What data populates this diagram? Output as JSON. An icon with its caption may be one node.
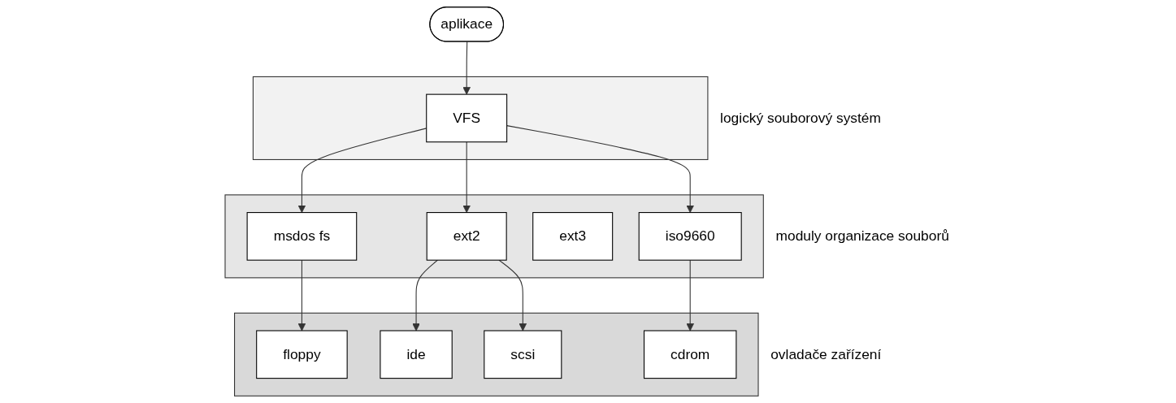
{
  "diagram": {
    "nodes": [
      {
        "text": [
          "aplikace"
        ]
      },
      {
        "text": [
          "logický souborový systém"
        ]
      },
      {
        "text": [
          "VFS"
        ],
        "in": 1
      },
      {
        "text": [
          "moduly organizace souborů"
        ]
      },
      {
        "text": [
          "msdos fs"
        ],
        "in": 3
      },
      {
        "text": [
          "ext2"
        ],
        "in": 3
      },
      {
        "text": [
          "ext3"
        ],
        "in": 3
      },
      {
        "text": [
          "iso9660"
        ],
        "in": 3
      },
      {
        "text": [
          "ovladače zařízení"
        ]
      },
      {
        "text": [
          "floppy"
        ],
        "in": 8
      },
      {
        "text": [
          "ide"
        ],
        "in": 8
      },
      {
        "text": [
          "scsi"
        ],
        "in": 8
      },
      {
        "text": [
          "cdrom"
        ],
        "in": 8
      }
    ],
    "edges": [
      {
        "from": 0,
        "to": 2,
        "arrow": "to"
      },
      {
        "from": 2,
        "to": 4,
        "arrow": "to"
      },
      {
        "from": 2,
        "to": 5,
        "arrow": "to"
      },
      {
        "from": 2,
        "to": 7,
        "arrow": "to"
      },
      {
        "from": 4,
        "to": 9,
        "arrow": "to"
      },
      {
        "from": 5,
        "to": 10,
        "arrow": "to"
      },
      {
        "from": 5,
        "to": 11,
        "arrow": "to"
      },
      {
        "from": 7,
        "to": 12,
        "arrow": "to"
      }
    ]
  }
}
